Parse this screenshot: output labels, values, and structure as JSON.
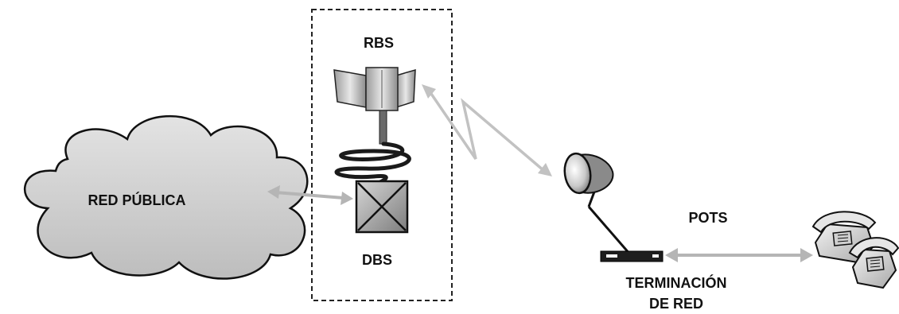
{
  "labels": {
    "public_network": "RED PÚBLICA",
    "rbs": "RBS",
    "dbs": "DBS",
    "pots": "POTS",
    "network_termination_line1": "TERMINACIÓN",
    "network_termination_line2": "DE RED"
  },
  "colors": {
    "cloud_fill": "#cfcfcf",
    "outline": "#111111",
    "link_arrow": "#b5b5b5",
    "dashed_box": "#222222"
  }
}
